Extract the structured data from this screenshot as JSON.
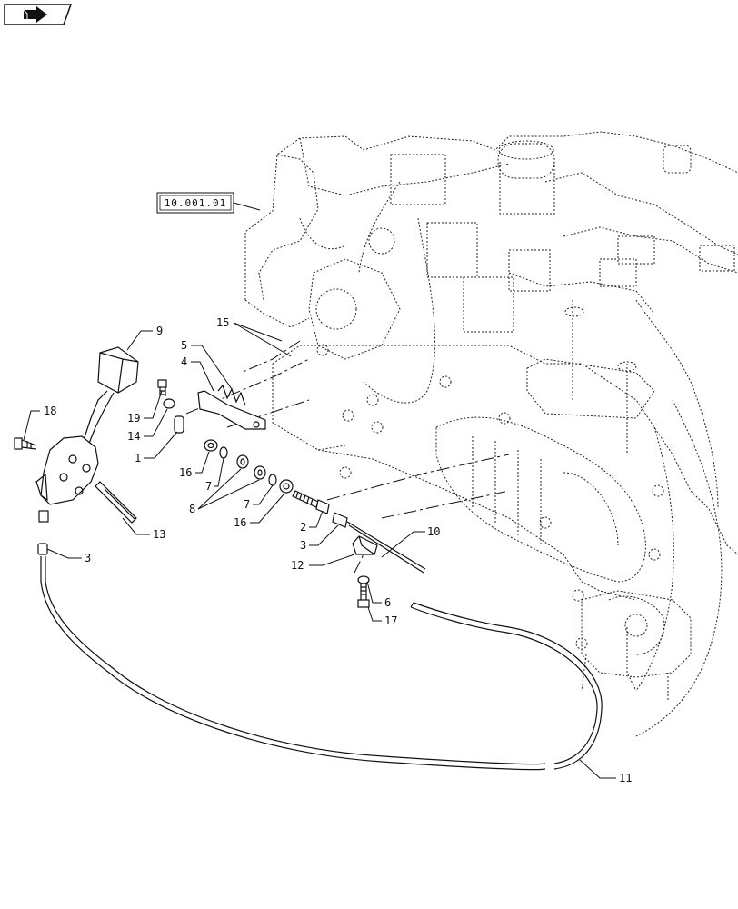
{
  "navigation": {
    "icon": "next-page-arrow-icon"
  },
  "reference_tag": {
    "label": "10.001.01"
  },
  "callouts": {
    "c1": "1",
    "c2": "2",
    "c3a": "3",
    "c3b": "3",
    "c4": "4",
    "c5": "5",
    "c6": "6",
    "c7a": "7",
    "c7b": "7",
    "c8": "8",
    "c9": "9",
    "c10": "10",
    "c11": "11",
    "c12": "12",
    "c13": "13",
    "c14": "14",
    "c15": "15",
    "c16a": "16",
    "c16b": "16",
    "c17": "17",
    "c18": "18",
    "c19": "19"
  }
}
